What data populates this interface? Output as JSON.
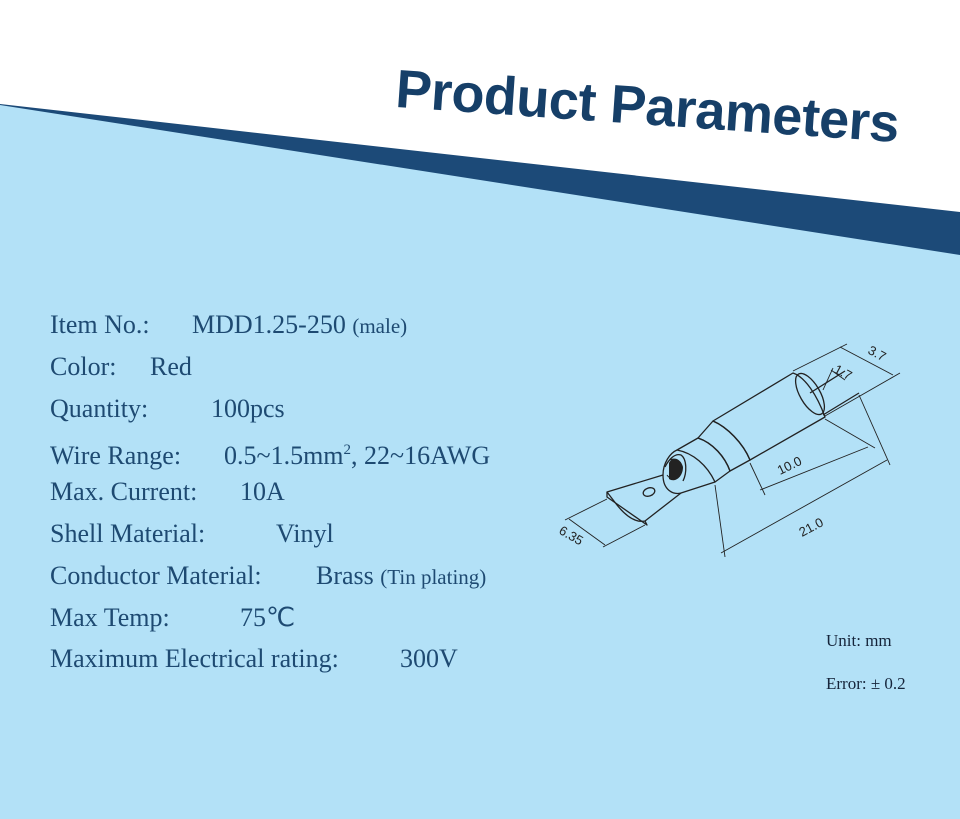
{
  "header": {
    "title": "Product Parameters"
  },
  "params": [
    {
      "label": "Item No.:",
      "value": "MDD1.25-250",
      "note": "(male)"
    },
    {
      "label": "Color:",
      "value": "Red"
    },
    {
      "label": "Quantity:",
      "value": "100pcs"
    },
    {
      "label": "Wire Range:",
      "value": "0.5~1.5mm",
      "sup": "2",
      "value_rest": ", 22~16AWG"
    },
    {
      "label": "Max. Current:",
      "value": "10A"
    },
    {
      "label": "Shell Material:",
      "value": "Vinyl"
    },
    {
      "label": "Conductor Material:",
      "value": "Brass",
      "note": "(Tin plating)"
    },
    {
      "label": "Max Temp:",
      "value": "75℃"
    },
    {
      "label": "Maximum Electrical rating:",
      "value": "300V"
    }
  ],
  "drawing": {
    "dimensions": {
      "shell_dia": "3.7",
      "wire_dia": "1.7",
      "shell_len": "10.0",
      "total_len": "21.0",
      "tab_width": "6.35"
    }
  },
  "units": {
    "unit": "Unit: mm",
    "error": "Error: ± 0.2"
  },
  "colors": {
    "background": "#b3e1f7",
    "band": "#1c4a78",
    "title": "#163f68",
    "text": "#1e4a72",
    "white": "#ffffff"
  }
}
